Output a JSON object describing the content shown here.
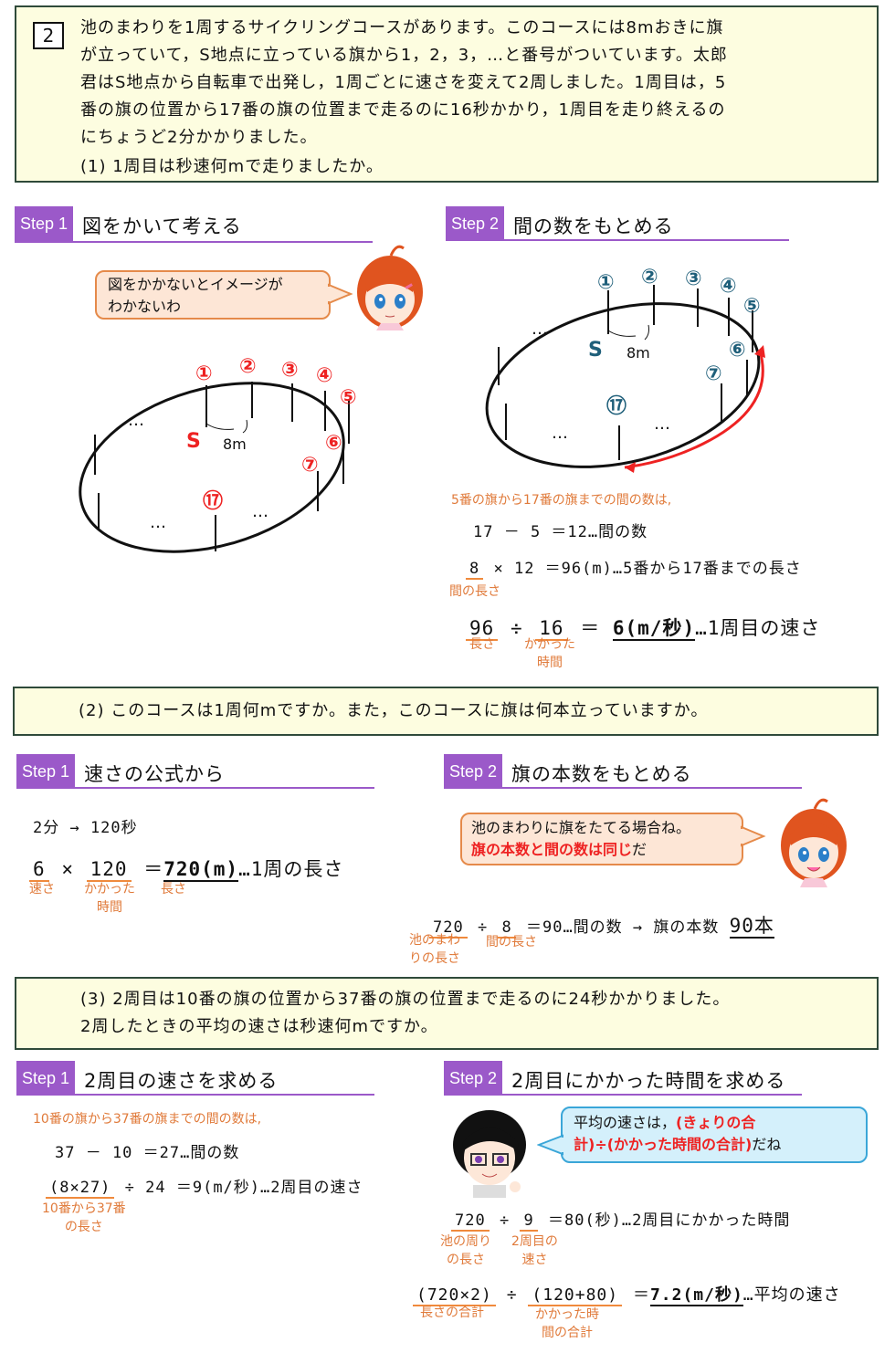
{
  "problem_number": "2",
  "q1": {
    "line1": "池のまわりを1周するサイクリングコースがあります。このコースには8mおきに旗",
    "line2": "が立っていて，S地点に立っている旗から1，2，3，…と番号がついています。太郎",
    "line3": "君はS地点から自転車で出発し，1周ごとに速さを変えて2周しました。1周目は，5",
    "line4": "番の旗の位置から17番の旗の位置まで走るのに16秒かかり，1周目を走り終えるの",
    "line5": "にちょうど2分かかりました。",
    "line6": "(1) 1周目は秒速何mで走りましたか。"
  },
  "s1": {
    "step1": {
      "tag": "Step 1",
      "title": "図をかいて考える"
    },
    "bubble": {
      "line1": "図をかかないとイメージが",
      "line2": "わかないわ"
    },
    "step2": {
      "tag": "Step 2",
      "title": "間の数をもとめる"
    }
  },
  "diagram": {
    "flags": [
      "①",
      "②",
      "③",
      "④",
      "⑤",
      "⑥",
      "⑦",
      "⑰"
    ],
    "s_label": "S",
    "dist_label": "8m",
    "dots": "…"
  },
  "s1calc": {
    "intro": "5番の旗から17番の旗までの間の数は,",
    "l1": "17 － 5 ＝12…間の数",
    "l2a": "8",
    "l2b": "× 12 ＝96(m)…5番から17番までの長さ",
    "l2note": "間の長さ",
    "l3a": "96",
    "l3b": "÷",
    "l3c": "16",
    "l3eq": "＝",
    "l3ans": "6(m/秒)",
    "l3rest": "…1周目の速さ",
    "note_len": "長さ",
    "note_time1": "かかった",
    "note_time2": "時間"
  },
  "q2": {
    "text": "(2) このコースは1周何mですか。また，このコースに旗は何本立っていますか。"
  },
  "s2": {
    "step1": {
      "tag": "Step 1",
      "title": "速さの公式から"
    },
    "step2": {
      "tag": "Step 2",
      "title": "旗の本数をもとめる"
    },
    "conv": "2分  →  120秒",
    "c_a": "6",
    "c_x": "×",
    "c_b": "120",
    "c_eq": "＝",
    "c_ans": "720(m)",
    "c_rest": "…1周の長さ",
    "n_speed": "速さ",
    "n_time1": "かかった",
    "n_time2": "時間",
    "n_len": "長さ",
    "bubble1": "池のまわりに旗をたてる場合ね。",
    "bubble2": "旗の本数と間の数は同じ",
    "bubble3": "だ",
    "f_a": "720",
    "f_div": "÷",
    "f_b": "8",
    "f_rest": "＝90…間の数 → 旗の本数",
    "f_ans": "90本",
    "n_pond1": "池のまわ",
    "n_pond2": "りの長さ",
    "n_gap": "間の長さ"
  },
  "q3": {
    "line1": "(3) 2周目は10番の旗の位置から37番の旗の位置まで走るのに24秒かかりました。",
    "line2": "2周したときの平均の速さは秒速何mですか。"
  },
  "s3": {
    "step1": {
      "tag": "Step 1",
      "title": "2周目の速さを求める"
    },
    "step2": {
      "tag": "Step 2",
      "title": "2周目にかかった時間を求める"
    },
    "intro": "10番の旗から37番の旗までの間の数は,",
    "l1": "37 － 10 ＝27…間の数",
    "l2a": "(8×27)",
    "l2b": "÷ 24 ＝9(m/秒)…2周目の速さ",
    "n1a": "10番から37番",
    "n1b": "の長さ",
    "bubble1": "平均の速さは，",
    "bubble2": "(きょりの合",
    "bubble3": "計)÷(かかった時間の合計)",
    "bubble4": "だね",
    "t_a": "720",
    "t_div": "÷",
    "t_b": "9",
    "t_rest": "＝80(秒)…2周目にかかった時間",
    "n_pond1": "池の周り",
    "n_pond2": "の長さ",
    "n_sp1": "2周目の",
    "n_sp2": "速さ",
    "f_a": "(720×2)",
    "f_div": "÷",
    "f_b": "(120+80)",
    "f_eq": "＝",
    "f_ans": "7.2(m/秒)",
    "f_rest": "…平均の速さ",
    "n_sum": "長さの合計",
    "n_t1": "かかった時",
    "n_t2": "間の合計"
  },
  "colors": {
    "accent": "#9b59c9",
    "orange": "#e07a3a",
    "red": "#e22222",
    "navy": "#1f5f7a",
    "box_bg": "#fdfde0"
  }
}
